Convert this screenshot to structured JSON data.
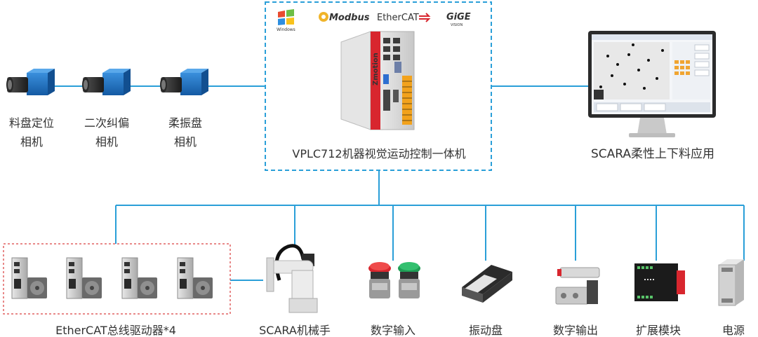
{
  "logos": {
    "windows": "Windows",
    "modbus": "Modbus",
    "ethercat": "EtherCAT",
    "gige": "GiGE",
    "gige_sub": "VISION"
  },
  "controller": {
    "brand": "Zmotion",
    "label": "VPLC712机器视觉运动控制一体机"
  },
  "cameras": [
    {
      "line1": "料盘定位",
      "line2": "相机"
    },
    {
      "line1": "二次纠偏",
      "line2": "相机"
    },
    {
      "line1": "柔振盘",
      "line2": "相机"
    }
  ],
  "monitor": {
    "label": "SCARA柔性上下料应用"
  },
  "bottom": {
    "drives": "EtherCAT总线驱动器*4",
    "robot": "SCARA机械手",
    "digital_in": "数字输入",
    "vibration": "振动盘",
    "digital_out": "数字输出",
    "expansion": "扩展模块",
    "power": "电源"
  },
  "colors": {
    "line": "#2a9fd8",
    "dashed_box": "#2a9fd8",
    "drive_box": "#e06060",
    "controller_red": "#d8262e",
    "camera_blue": "#1f77c8"
  }
}
